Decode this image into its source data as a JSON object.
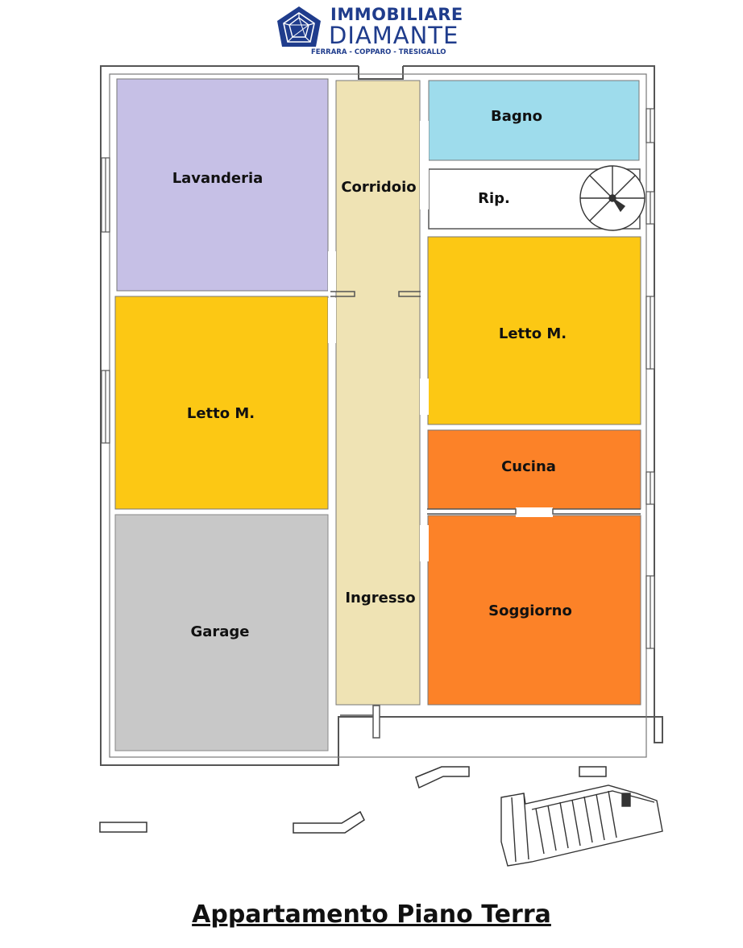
{
  "brand": {
    "name_line1": "IMMOBILIARE",
    "name_line2": "DIAMANTE",
    "locations": "FERRARA - COPPARO - TRESIGALLO",
    "logo_icon": "diamond-icon",
    "color": "#1f3c8c"
  },
  "plan": {
    "title": "Appartamento Piano Terra",
    "rooms": {
      "lavanderia": {
        "label": "Lavanderia",
        "color": "#c6c0e6"
      },
      "corridoio": {
        "label": "Corridoio",
        "color": "#efe3b4"
      },
      "ingresso": {
        "label": "Ingresso",
        "color": "#efe3b4"
      },
      "bagno": {
        "label": "Bagno",
        "color": "#9edcec"
      },
      "ripostiglio": {
        "label": "Rip.",
        "color": "#ffffff"
      },
      "letto_right": {
        "label": "Letto M.",
        "color": "#fcc814"
      },
      "letto_left": {
        "label": "Letto M.",
        "color": "#fcc814"
      },
      "cucina": {
        "label": "Cucina",
        "color": "#fc8228"
      },
      "soggiorno": {
        "label": "Soggiorno",
        "color": "#fc8228"
      },
      "garage": {
        "label": "Garage",
        "color": "#c8c8c8"
      }
    }
  }
}
